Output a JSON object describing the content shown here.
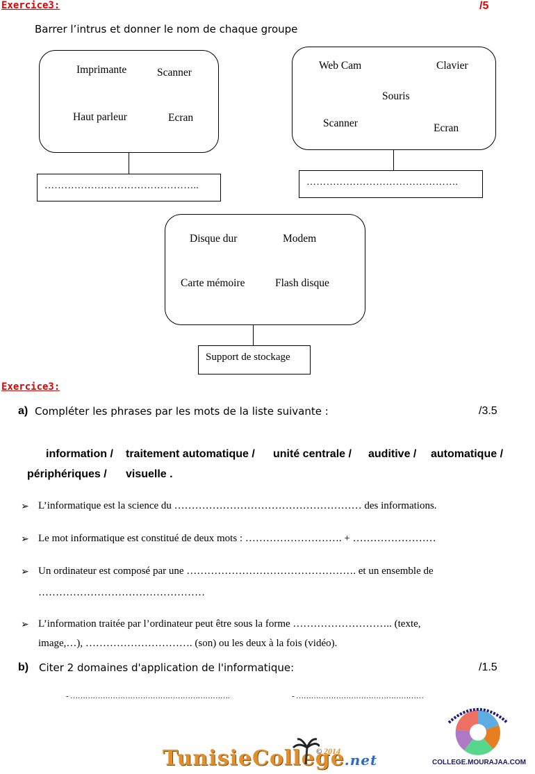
{
  "exercise1": {
    "title": "Exercice3:",
    "score": "/5",
    "instruction": "Barrer l’intrus et donner le nom de chaque groupe",
    "group1": {
      "items": [
        "Imprimante",
        "Scanner",
        "Haut parleur",
        "Ecran"
      ],
      "answer": "……………………………………….."
    },
    "group2": {
      "items": [
        "Web Cam",
        "Clavier",
        "Souris",
        "Scanner",
        "Ecran"
      ],
      "answer": "………………………………………."
    },
    "group3": {
      "items": [
        "Disque dur",
        "Modem",
        "Carte mémoire",
        "Flash disque"
      ],
      "answer": "Support de stockage"
    }
  },
  "exercise2": {
    "title": "Exercice3:",
    "part_a": {
      "label": "a)",
      "text": "Compléter les phrases par les mots de la liste suivante :",
      "score": "/3.5",
      "word_list": [
        "information /",
        "traitement automatique /",
        "unité centrale /",
        "auditive /",
        "automatique /",
        "périphériques /",
        "visuelle ."
      ]
    },
    "sentences": [
      {
        "text": "L’informatique est la science du ……………………………………………… des informations."
      },
      {
        "text": "Le mot informatique est constitué de deux mots : ………………………. + ……………………"
      },
      {
        "line1": "Un ordinateur est composé par une …………………………………………. et un ensemble de",
        "line2": "…………………………………………"
      },
      {
        "line1": "L’information traitée par l’ordinateur peut être sous la forme ……………………….. (texte,",
        "line2": "image,…), …………………………. (son) ou les deux à la fois (vidéo)."
      }
    ],
    "part_b": {
      "label": "b)",
      "text": "Citer 2 domaines d'application de l'informatique:",
      "score": "/1.5",
      "answer1": "- ……………………………………………………….",
      "answer2": "- ……………………………………………"
    }
  },
  "footer": {
    "logo_text": "TunisieCollege",
    "logo_suffix": ".net",
    "year": "2014",
    "copyright": "©",
    "site_url": "COLLEGE.MOURAJAA.COM"
  },
  "colors": {
    "title_red": "#e00000",
    "logo_orange": "#e0902a"
  }
}
